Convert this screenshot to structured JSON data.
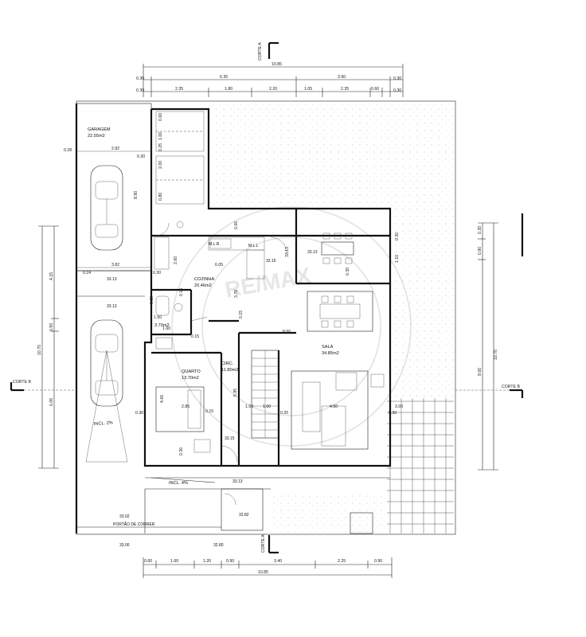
{
  "plan": {
    "section_labels": {
      "corte_a_top": "CORTE A",
      "corte_a_bottom": "CORTE A",
      "corte_b_left": "CORTE B",
      "corte_b_right": "CORTE B"
    },
    "rooms": {
      "garagem": {
        "name": "GARAGEM",
        "area": "22.55m2"
      },
      "cozinha": {
        "name": "COZINHA",
        "area": "20.46m2"
      },
      "sala": {
        "name": "SALA",
        "area": "34.85m2"
      },
      "quarto": {
        "name": "QUARTO",
        "area": "13.70m2"
      },
      "circ": {
        "name": "CIRC.",
        "area": "11.80m2"
      },
      "wc": {
        "area": "3.70m2"
      }
    },
    "labels": {
      "incl_2": "INCL. 2%",
      "incl_4": "INCL. 4%",
      "portao": "PORTÃO DE CORRER",
      "mlr": "M.L.R",
      "mll": "M.L.L"
    },
    "levels": {
      "l3315_a": "33.15",
      "l3315_b": "33.15",
      "l3313_a": "33.13",
      "l3313_b": "33.13",
      "l3313_c": "33.13",
      "l3315_c": "33.15",
      "l3313_d": "33.13",
      "l3302": "33.02",
      "l3282": "32.82",
      "l3300": "33.00",
      "l3280": "32.80"
    },
    "dims_top": {
      "total": "10.85",
      "a1": "0.30",
      "a2": "6.35",
      "a3": "3.90",
      "a4": "0.30",
      "b1": "0.30",
      "b2": "2.35",
      "b3": "1.80",
      "b4": "2.20",
      "b5": "1.05",
      "b6": "2.35",
      "b7": "0.60",
      "b8": "0.30"
    },
    "dims_bottom": {
      "c1": "0.60",
      "c2": "1.60",
      "c3": "1.20",
      "c4": "0.90",
      "c5": "3.40",
      "c6": "2.25",
      "c7": "0.90",
      "total": "10.85"
    },
    "dims_left": {
      "d1": "4.15",
      "d2": "0.50",
      "d3": "6.05",
      "total": "10.70"
    },
    "dims_right": {
      "e1": "0.30",
      "e2": "0.90",
      "e3": "9.00",
      "total": "10.70"
    },
    "dims_inner": {
      "g_w": "2.82",
      "g_w2": "3.82",
      "g_028": "0.28",
      "g_030": "0.30",
      "g_024": "0.24",
      "g_030b": "0.30",
      "g_890": "8.90",
      "s_060": "0.60",
      "s_100": "1.00",
      "s_025": "0.25",
      "s_200": "2.00",
      "s_080": "0.80",
      "k_260": "2.60",
      "k_605": "6.05",
      "k_370": "3.70",
      "k_030": "0.30",
      "k_060": "0.60",
      "k_015": "0.15",
      "k_850": "8.50",
      "k_313": "33.13",
      "k_110": "1.10",
      "k_030b": "0.30",
      "w_150": "1.50",
      "w_160": "1.60",
      "w_015": "0.15",
      "w_015b": "0.15",
      "q_460": "4.60",
      "q_285": "2.85",
      "q_015": "0.15",
      "q_030": "0.30",
      "q_030b": "0.30",
      "c_595": "5.95",
      "c_150": "1.50",
      "c_100": "1.00",
      "c_025": "0.25",
      "c_450": "4.50",
      "c_030": "0.30",
      "c_300": "3.00",
      "s_030": "0.30"
    },
    "watermark": "RE/MAX"
  }
}
